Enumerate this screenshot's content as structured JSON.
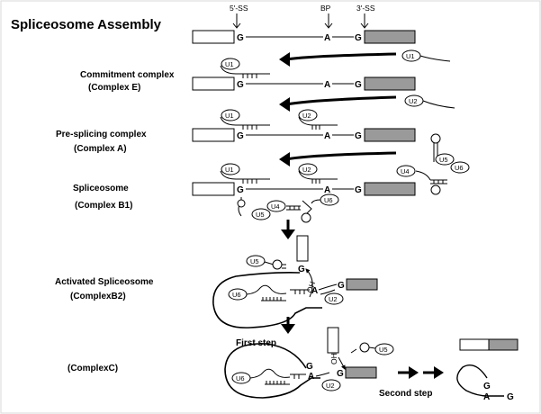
{
  "title": "Spliceosome Assembly",
  "site_labels": {
    "five_ss": "5'-SS",
    "bp": "BP",
    "three_ss": "3'-SS"
  },
  "bases": {
    "g": "G",
    "a": "A"
  },
  "snrnas": {
    "u1": "U1",
    "u2": "U2",
    "u4": "U4",
    "u5": "U5",
    "u6": "U6"
  },
  "hydroxyl": "OH",
  "stages": {
    "e_name": "Commitment complex",
    "e_sub": "(Complex E)",
    "a_name": "Pre-splicing complex",
    "a_sub": "(Complex A)",
    "b1_name": "Spliceosome",
    "b1_sub": "(Complex B1)",
    "b2_name": "Activated Spliceosome",
    "b2_sub": "(ComplexB2)",
    "c_name": "(ComplexC)"
  },
  "steps": {
    "first": "First step",
    "second": "Second step"
  },
  "colors": {
    "exon_fill": "#9a9a9a",
    "frame": "#d8d8d8",
    "ink": "#000000"
  }
}
